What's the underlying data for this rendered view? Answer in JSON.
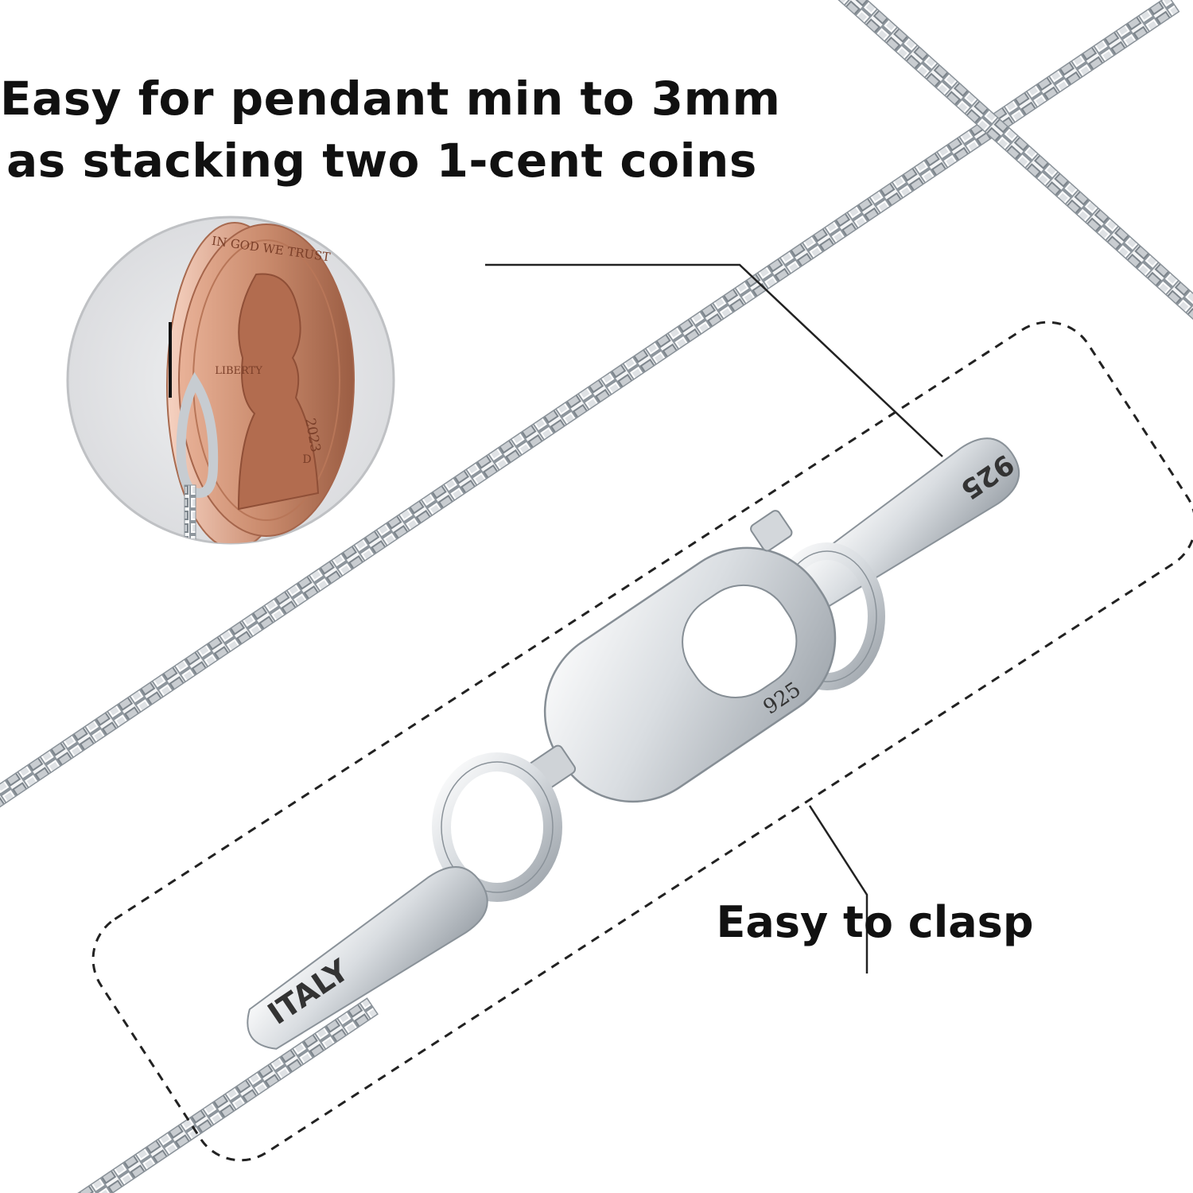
{
  "headline": {
    "line1": "Easy for pendant min to 3mm",
    "line2": "as stacking two 1-cent coins"
  },
  "callout": {
    "clasp": "Easy to clasp"
  },
  "coin": {
    "motto": "IN GOD WE TRUST",
    "liberty": "LIBERTY",
    "year": "2023",
    "mint_mark": "D"
  },
  "clasp_marks": {
    "end_tab_upper": "925",
    "lobster_stamp": "925",
    "end_tab_lower": "ITALY"
  },
  "colors": {
    "background": "#ffffff",
    "text": "#111111",
    "copper": "#c98a6c",
    "silver": "#d9dde1",
    "silver_shadow": "#9aa1a8",
    "inset_bg": "#e3e4e6"
  }
}
